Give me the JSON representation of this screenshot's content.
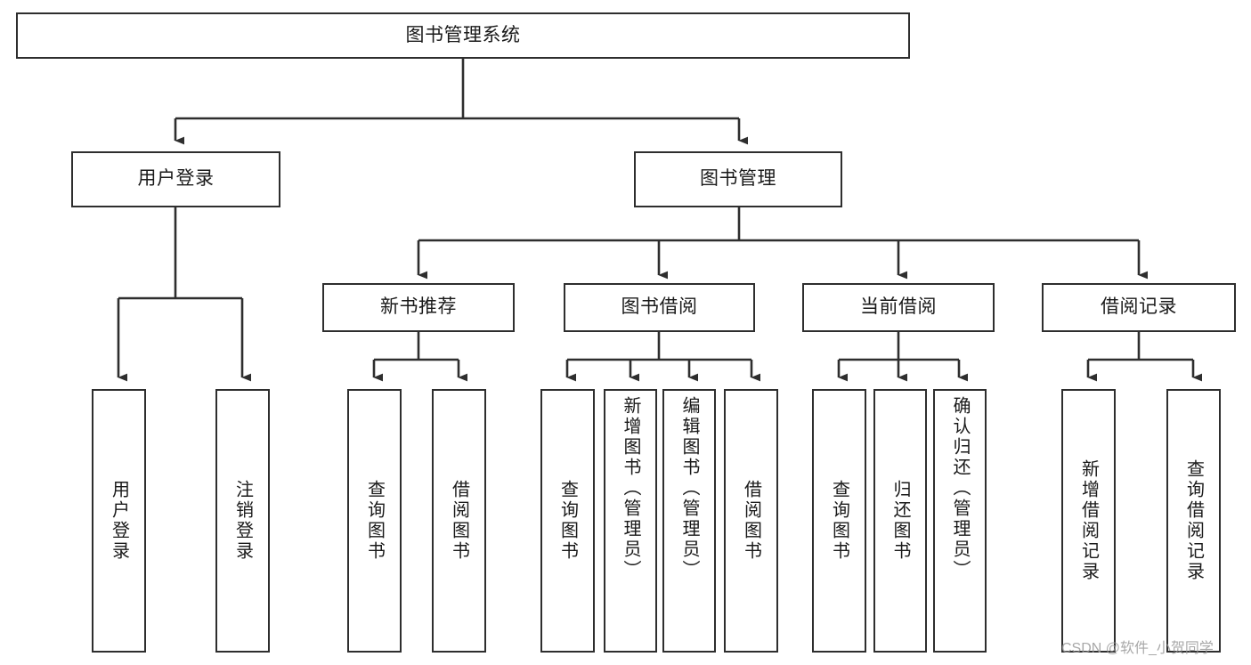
{
  "diagram": {
    "title": "图书管理系统",
    "type": "tree-hierarchy-chart",
    "colors": {
      "box_border": "#2e2e2e",
      "box_fill": "#ffffff",
      "connector": "#2e2e2e",
      "text": "#1a1a1a",
      "watermark": "#9a9a9a"
    },
    "root": {
      "label": "图书管理系统"
    },
    "level2": [
      {
        "label": "用户登录"
      },
      {
        "label": "图书管理"
      }
    ],
    "level3": [
      {
        "label": "新书推荐"
      },
      {
        "label": "图书借阅"
      },
      {
        "label": "当前借阅"
      },
      {
        "label": "借阅记录"
      }
    ],
    "leaves": {
      "user_login": [
        {
          "label": "用户登录"
        },
        {
          "label": "注销登录"
        }
      ],
      "new_book_recommend": [
        {
          "label": "查询图书"
        },
        {
          "label": "借阅图书"
        }
      ],
      "book_borrow": [
        {
          "label": "查询图书"
        },
        {
          "label": "新增图书（管理员）"
        },
        {
          "label": "编辑图书（管理员）"
        },
        {
          "label": "借阅图书"
        }
      ],
      "current_borrow": [
        {
          "label": "查询图书"
        },
        {
          "label": "归还图书"
        },
        {
          "label": "确认归还（管理员）"
        }
      ],
      "borrow_record": [
        {
          "label": "新增借阅记录"
        },
        {
          "label": "查询借阅记录"
        }
      ]
    },
    "watermark": "CSDN @软件_小贺同学"
  }
}
